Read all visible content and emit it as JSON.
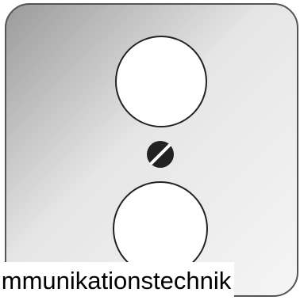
{
  "product": {
    "caption": "mmunikationstechnik"
  },
  "icons": {
    "plate": "cover-plate",
    "upper_opening": "round-opening",
    "screw": "slotted-screw-icon",
    "lower_opening": "round-opening"
  },
  "colors": {
    "page_background": "#ffffff",
    "plate_outline": "#555555",
    "plate_gradient_light": "#f3f3f3",
    "plate_gradient_mid": "#cfcfcf",
    "plate_gradient_dark": "#9a9a9a",
    "opening_fill": "#ffffff",
    "opening_outline": "#222222",
    "screw_fill": "#222222",
    "screw_slot": "#ffffff",
    "caption_text": "#000000"
  }
}
